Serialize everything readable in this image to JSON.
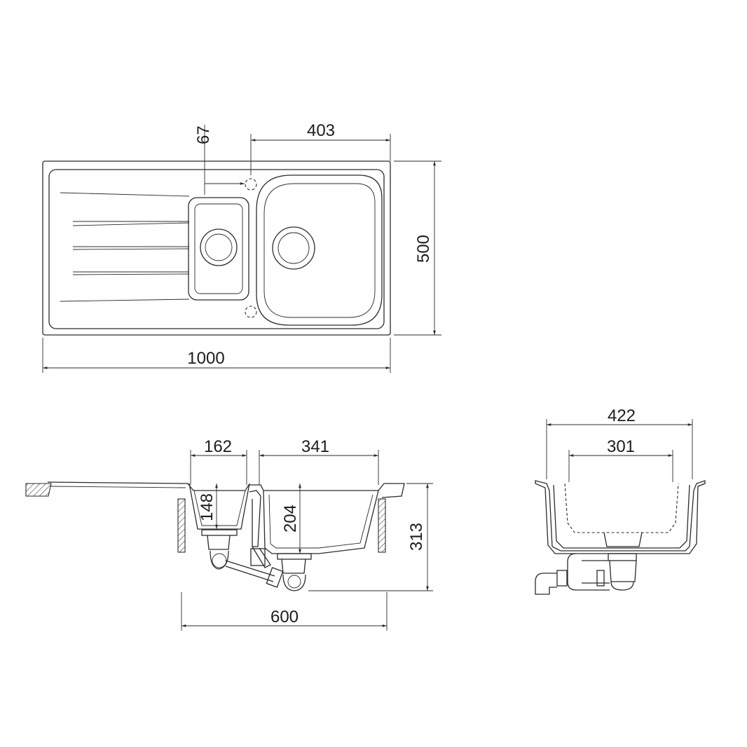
{
  "dimensions": {
    "tap_hole_offset": "67",
    "bowl_offset": "403",
    "overall_depth": "500",
    "overall_width": "1000",
    "small_bowl_width": "162",
    "main_bowl_width": "341",
    "small_bowl_depth": "148",
    "main_bowl_depth": "204",
    "total_height": "313",
    "cabinet_width": "600",
    "section_outer_width": "422",
    "section_inner_width": "301"
  },
  "colors": {
    "line": "#2b2b2b",
    "text": "#1c1c1c",
    "background": "#ffffff"
  }
}
